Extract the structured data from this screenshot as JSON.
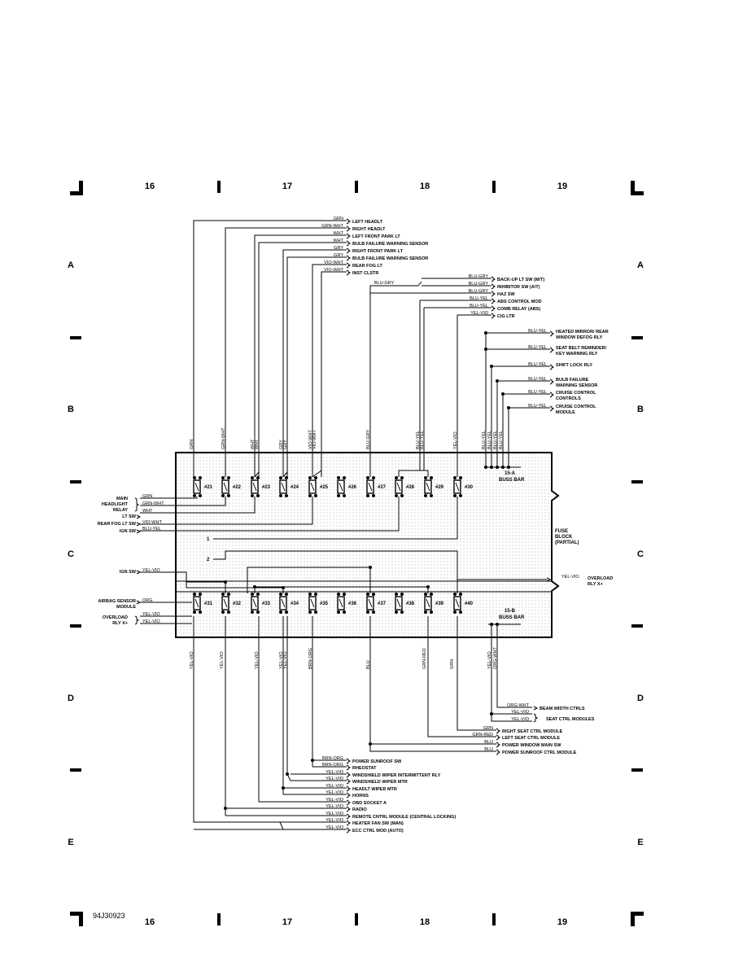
{
  "grid": {
    "columns": [
      "16",
      "17",
      "18",
      "19"
    ],
    "rows": [
      "A",
      "B",
      "C",
      "D",
      "E"
    ]
  },
  "figure_id": "94J30923",
  "block_labels": {
    "fuse_block": [
      "FUSE",
      "BLOCK",
      "(PARTIAL)"
    ],
    "buss_bar_a": [
      "15-A",
      "BUSS BAR"
    ],
    "buss_bar_b": [
      "15-B",
      "BUSS BAR"
    ]
  },
  "fuses_top": [
    "#21",
    "#22",
    "#23",
    "#24",
    "#25",
    "#26",
    "#27",
    "#28",
    "#29",
    "#30"
  ],
  "fuses_bottom": [
    "#31",
    "#32",
    "#33",
    "#34",
    "#35",
    "#36",
    "#37",
    "#38",
    "#39",
    "#40"
  ],
  "top_wire_labels": [
    "GRN",
    "GRN-WHT",
    "WHT",
    "WHT",
    "GRY",
    "GRY",
    "VIO-WHT",
    "VIO-WHT",
    "BLU-GRY",
    "BLU-YEL",
    "BLU-YEL",
    "YEL-VIO",
    "BLU-YEL",
    "BLU-YEL",
    "BLU-YEL",
    "BLU-YEL"
  ],
  "bottom_wire_labels": [
    "YEL-VIO",
    "YEL-VIO",
    "YEL-VIO",
    "YEL-VIO",
    "YEL-VIO",
    "BRN-ORG",
    "BLU",
    "GRN-RED",
    "GRN",
    "YEL-VIO",
    "ORG-WHT"
  ],
  "top_left_outputs": [
    {
      "wire": "GRN",
      "label": "LEFT HEADLT"
    },
    {
      "wire": "GRN-WHT",
      "label": "RIGHT HEADLT"
    },
    {
      "wire": "WHT",
      "label": "LEFT FRONT PARK LT"
    },
    {
      "wire": "WHT",
      "label": "BULB FAILURE WARNING SENSOR"
    },
    {
      "wire": "GRY",
      "label": "RIGHT FRONT PARK LT"
    },
    {
      "wire": "GRY",
      "label": "BULB FAILURE WARNING SENSOR"
    },
    {
      "wire": "VIO-WHT",
      "label": "REAR FOG LT"
    },
    {
      "wire": "VIO-WHT",
      "label": "INST CLSTR"
    }
  ],
  "top_mid_outputs": [
    {
      "wire": "BLU-GRY",
      "label": "BACK-UP LT SW (M/T)"
    },
    {
      "wire": "BLU-GRY",
      "label": "INHIBITOR SW (A/T)"
    },
    {
      "wire": "BLU-GRY",
      "label": "HAZ SW"
    },
    {
      "wire": "BLU-YEL",
      "label": "ABS CONTROL MOD"
    },
    {
      "wire": "BLU-YEL",
      "label": "COMB RELAY (ABS)"
    },
    {
      "wire": "YEL-VIO",
      "label": "CIG LTR"
    }
  ],
  "trunk_label": "BLU-GRY",
  "top_right_outputs": [
    {
      "wire": "BLU-YEL",
      "label1": "HEATED MIRROR/ REAR",
      "label2": "WINDOW DEFOG RLY"
    },
    {
      "wire": "BLU-YEL",
      "label1": "SEAT BELT REMINDER/",
      "label2": "KEY WARNING RLY"
    },
    {
      "wire": "BLU-YEL",
      "label1": "SHIFT LOCK RLY",
      "label2": ""
    },
    {
      "wire": "BLU-YEL",
      "label1": "BULB FAILURE",
      "label2": "WARNING SENSOR"
    },
    {
      "wire": "BLU-YEL",
      "label1": "CRUISE CONTROL",
      "label2": "CONTROLS"
    },
    {
      "wire": "BLU-YEL",
      "label1": "CRUISE CONTROL",
      "label2": "MODULE"
    }
  ],
  "left_inputs": {
    "main_headlight_relay": [
      "MAIN",
      "HEADLIGHT",
      "RELAY"
    ],
    "mhr_wires": [
      "GRN",
      "GRN-WHT",
      "WHT"
    ],
    "lt_sw": "LT SW",
    "rear_fog_lt_sw": "REAR FOG LT SW",
    "rear_fog_wire": "VIO-WHT",
    "ign_sw_1": "IGN SW",
    "ign_sw_1_wire": "BLU-YEL",
    "ign_sw_2": "IGN SW",
    "ign_sw_2_wire": "YEL-VIO",
    "airbag": [
      "AIRBAG SENSOR",
      "MODULE"
    ],
    "airbag_wire": "ORG",
    "overload": [
      "OVERLOAD",
      "RLY X+"
    ],
    "overload_wires": [
      "YEL-VIO",
      "YEL-VIO"
    ]
  },
  "right_input": {
    "wire": "YEL-VIO",
    "label": [
      "OVERLOAD",
      "RLY X+"
    ]
  },
  "bottom_right_outputs": [
    {
      "wire": "ORG-WHT",
      "label": "BEAM WIDTH CTRLS"
    },
    {
      "wire": "YEL-VIO",
      "label": "SEAT CTRL MODULES"
    },
    {
      "wire": "YEL-VIO",
      "label": ""
    },
    {
      "wire": "GRN",
      "label": "RIGHT SEAT CTRL MODULE"
    },
    {
      "wire": "GRN-RED",
      "label": "LEFT SEAT CTRL MODULE"
    },
    {
      "wire": "BLU",
      "label": "POWER WINDOW MAIN SW"
    },
    {
      "wire": "BLU",
      "label": "POWER SUNROOF CTRL MODULE"
    }
  ],
  "bottom_left_outputs": [
    {
      "wire": "BRN-ORG",
      "label": "POWER SUNROOF SW"
    },
    {
      "wire": "BRN-ORG",
      "label": "RHEOSTAT"
    },
    {
      "wire": "YEL-VIO",
      "label": "WINDSHIELD WIPER INTERMITTENT RLY"
    },
    {
      "wire": "YEL-VIO",
      "label": "WINDSHIELD WIPER MTR"
    },
    {
      "wire": "YEL-VIO",
      "label": "HEADLT WIPER MTR"
    },
    {
      "wire": "YEL-VIO",
      "label": "HORNS"
    },
    {
      "wire": "YEL-VIO",
      "label": "OBD SOCKET A"
    },
    {
      "wire": "YEL-VIO",
      "label": "RADIO"
    },
    {
      "wire": "YEL-VIO",
      "label": "REMOTE CNTRL MODULE (CENTRAL LOCKING)"
    },
    {
      "wire": "YEL-VIO",
      "label": "HEATER FAN SW (MAN)"
    },
    {
      "wire": "YEL-VIO",
      "label": "ECC CTRL MOD (AUTO)"
    }
  ],
  "circuit_numbers": [
    "1",
    "2"
  ]
}
